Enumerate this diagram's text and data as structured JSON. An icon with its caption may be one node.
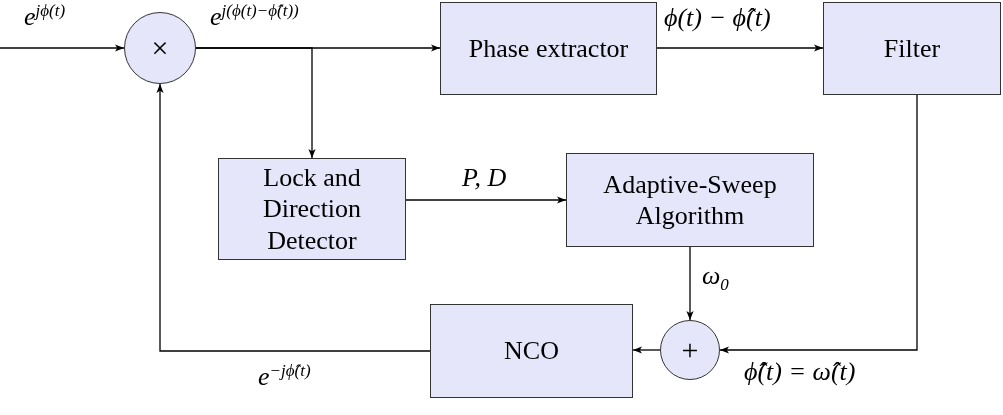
{
  "diagram": {
    "nodes": [
      {
        "text": [
          "×"
        ]
      },
      {
        "text": [
          "Phase extractor"
        ]
      },
      {
        "text": [
          "Filter"
        ]
      },
      {
        "text": [
          "Lock and Direction Detector"
        ]
      },
      {
        "text": [
          "Adaptive-Sweep Algorithm"
        ]
      },
      {
        "text": [
          "+"
        ]
      },
      {
        "text": [
          "NCO"
        ]
      }
    ],
    "edges": [
      {
        "from": null,
        "to": 0,
        "arrow": "to",
        "label": "e$^{jϕ(t)}$"
      },
      {
        "from": 0,
        "to": 1,
        "arrow": "to",
        "label": "e$^{j(ϕ(t)−ϕ̂(t))}$"
      },
      {
        "from": 0,
        "to": 3,
        "arrow": "to"
      },
      {
        "from": 1,
        "to": 2,
        "arrow": "to",
        "label": "ϕ(t) − ϕ̂(t)"
      },
      {
        "from": 3,
        "to": 4,
        "arrow": "to",
        "label": "P, D"
      },
      {
        "from": 4,
        "to": 5,
        "arrow": "to",
        "label": "ω$_{0}$"
      },
      {
        "from": 2,
        "to": 5,
        "arrow": "to",
        "label": "ϕ̇̂(t) = ω̂(t)"
      },
      {
        "from": 5,
        "to": 6,
        "arrow": "to"
      },
      {
        "from": 6,
        "to": 0,
        "arrow": "to",
        "label": "e$^{−jϕ̂(t)}$"
      }
    ]
  }
}
